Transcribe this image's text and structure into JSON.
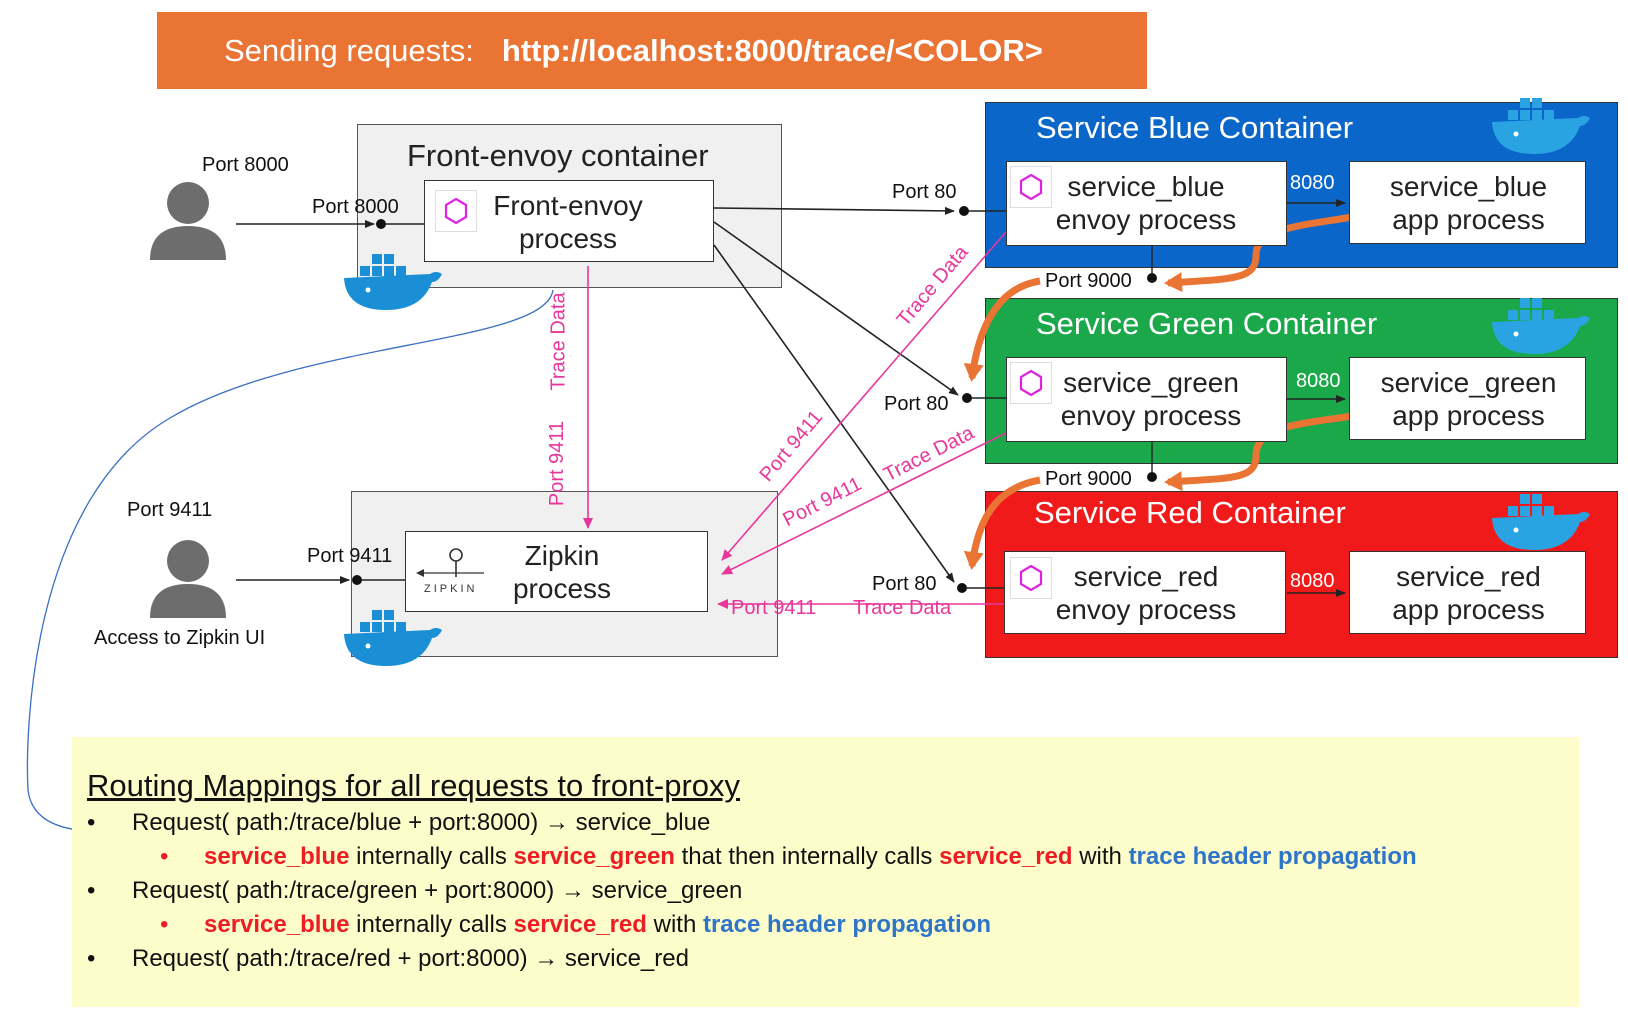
{
  "banner": {
    "label": "Sending requests:",
    "url": "http://localhost:8000/trace/<COLOR>"
  },
  "front_envoy": {
    "container_title": "Front-envoy container",
    "process": "Front-envoy process"
  },
  "zipkin": {
    "logo": "ZIPKIN",
    "process": "Zipkin process"
  },
  "user1": {
    "port": "Port 8000",
    "entry_port": "Port 8000"
  },
  "user2": {
    "port": "Port 9411",
    "entry_port": "Port 9411",
    "caption": "Access to Zipkin  UI"
  },
  "blue": {
    "title": "Service Blue Container",
    "envoy": "service_blue envoy process",
    "app": "service_blue app process",
    "app_port": "8080",
    "in_port": "Port 80",
    "out_port": "Port 9000"
  },
  "green": {
    "title": "Service Green Container",
    "envoy": "service_green envoy process",
    "app": "service_green app process",
    "app_port": "8080",
    "in_port": "Port 80",
    "out_port": "Port 9000"
  },
  "red": {
    "title": "Service Red Container",
    "envoy": "service_red envoy process",
    "app": "service_red app process",
    "app_port": "8080",
    "in_port": "Port 80"
  },
  "trace_labels": {
    "trace_data": "Trace Data",
    "port_9411": "Port 9411"
  },
  "colors": {
    "blue": "#0a66c9",
    "green": "#1ba84a",
    "red": "#f01a1a",
    "orange": "#ea7434",
    "pink": "#e8379b",
    "routing_bg": "#fdfdcb"
  },
  "routing": {
    "title": "Routing Mappings for all requests to front-proxy",
    "req_blue": "Request( path:/trace/blue + port:8000) →  service_blue",
    "req_green": "Request( path:/trace/green + port:8000) →  service_green",
    "req_red": "Request( path:/trace/red + port:8000) →  service_red",
    "sub1": {
      "a": "service_blue",
      "b": " internally calls ",
      "c": "service_green",
      "d": " that then internally calls ",
      "e": "service_red",
      "f": " with ",
      "g": "trace header propagation"
    },
    "sub2": {
      "a": "service_blue",
      "b": " internally calls ",
      "c": "service_red",
      "d": " with ",
      "e": "trace header propagation"
    }
  }
}
